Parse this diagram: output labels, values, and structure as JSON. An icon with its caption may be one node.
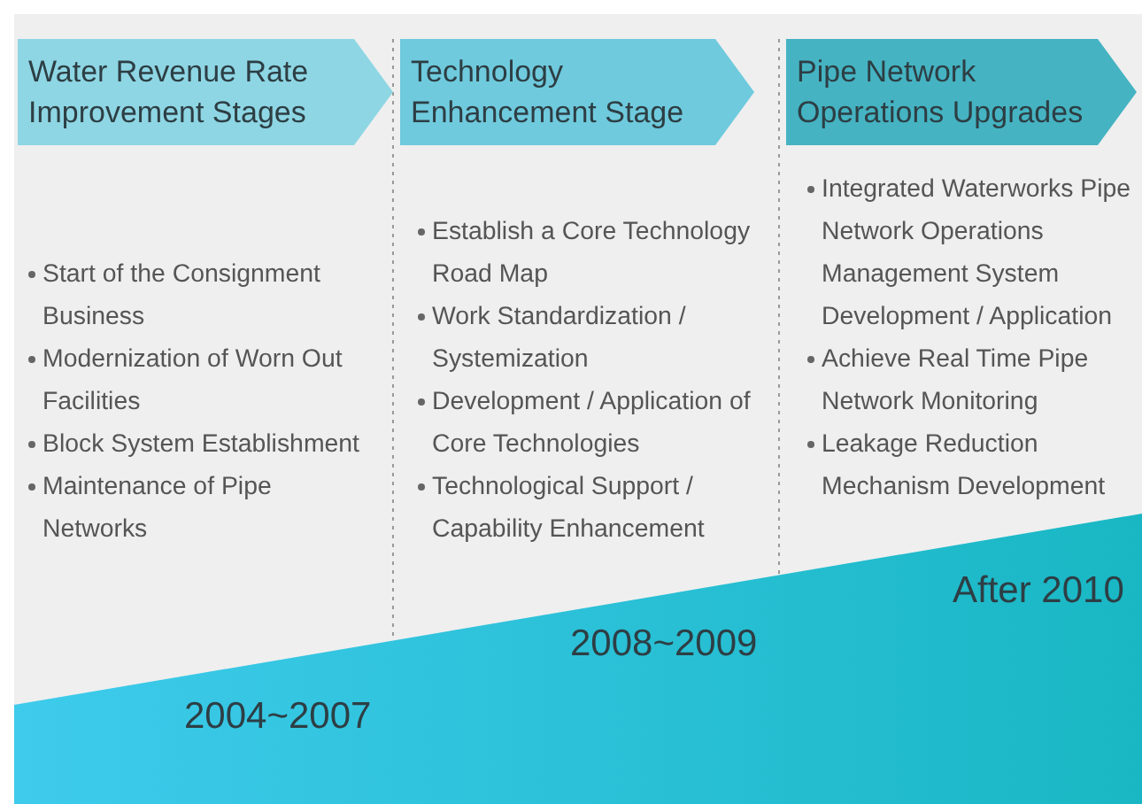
{
  "diagram": {
    "nodes": [
      {
        "text": [
          "Water Revenue Rate Improvement Stages"
        ]
      },
      {
        "text": [
          "Technology Enhancement Stage"
        ]
      },
      {
        "text": [
          "Pipe Network Operations Upgrades"
        ]
      }
    ],
    "labels": [
      "Start of the Consignment Business",
      "Modernization of Worn Out Facilities",
      "Block System Establishment",
      "Maintenance of Pipe Networks",
      "Establish a Core Technology Road Map",
      "Work Standardization / Systemization",
      "Development / Application of Core Technologies",
      "Technological Support / Capability Enhancement",
      "Integrated Waterworks Pipe Network Operations Management System Development / Application",
      "Achieve Real Time Pipe Network Monitoring",
      "Leakage Reduction Mechanism Development",
      "After 2010",
      "2008~2009",
      "2004~2007"
    ]
  }
}
